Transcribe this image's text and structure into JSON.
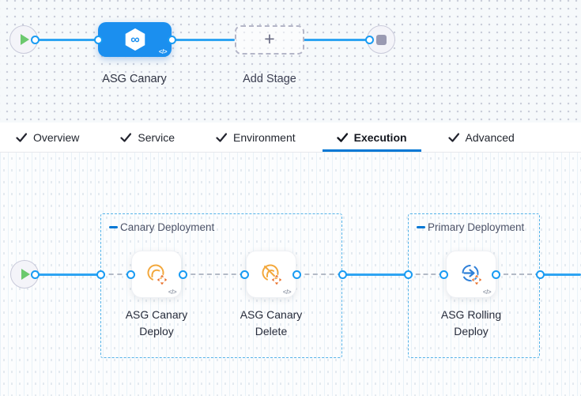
{
  "top_pipeline": {
    "stage_label": "ASG Canary",
    "stage_icon_glyph": "∞",
    "add_stage_label": "Add Stage",
    "add_stage_plus": "+",
    "code_chip": "</>"
  },
  "tabs": [
    {
      "label": "Overview",
      "active": false
    },
    {
      "label": "Service",
      "active": false
    },
    {
      "label": "Environment",
      "active": false
    },
    {
      "label": "Execution",
      "active": true
    },
    {
      "label": "Advanced",
      "active": false
    }
  ],
  "execution": {
    "groups": [
      {
        "label": "Canary Deployment"
      },
      {
        "label": "Primary Deployment"
      }
    ],
    "steps": [
      {
        "label": "ASG Canary Deploy",
        "icon": "asg-deploy-icon",
        "code_chip": "</>"
      },
      {
        "label": "ASG Canary Delete",
        "icon": "asg-delete-icon",
        "code_chip": "</>"
      },
      {
        "label": "ASG Rolling Deploy",
        "icon": "asg-rolling-deploy-icon",
        "code_chip": "</>"
      }
    ]
  },
  "colors": {
    "accent_blue": "#0278d5",
    "stage_node_blue": "#1b8fef",
    "connector_line_blue": "#2ea4f2",
    "group_border_blue": "#54b2e8",
    "asg_icon_orange": "#f3a83c",
    "arrow_cross_orange": "#e8702a",
    "play_green": "#6cc96e",
    "end_node_gray": "#9a9ab2"
  }
}
